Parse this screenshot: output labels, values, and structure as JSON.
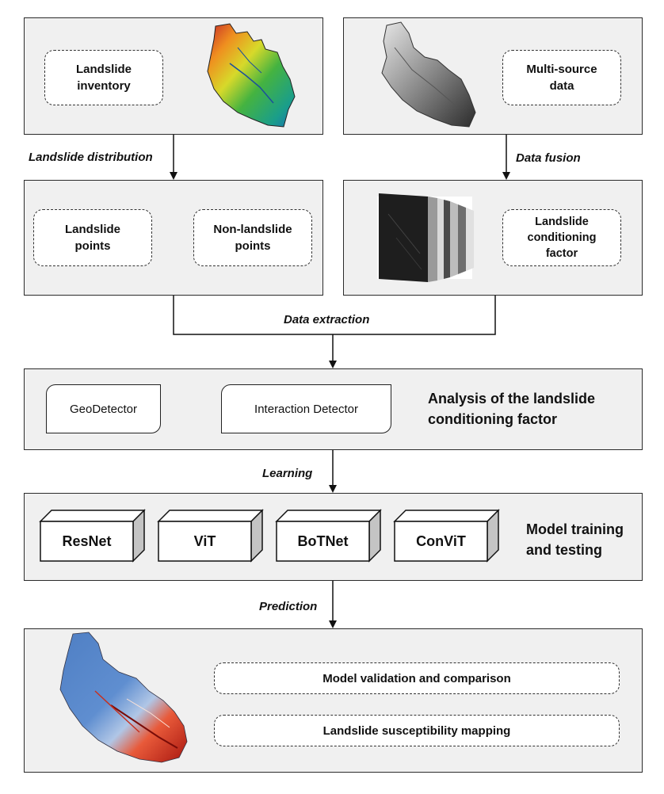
{
  "panel1": {
    "label": "Landslide inventory"
  },
  "panel2": {
    "label": "Multi-source data"
  },
  "panel3": {
    "label_a": "Landslide points",
    "label_b": "Non-landslide points"
  },
  "panel4": {
    "label": "Landslide conditioning factor"
  },
  "arrows": {
    "landslide_distribution": "Landslide distribution",
    "data_fusion": "Data fusion",
    "data_extraction": "Data extraction",
    "learning": "Learning",
    "prediction": "Prediction"
  },
  "analysis": {
    "geodetector": "GeoDetector",
    "interaction_detector": "Interaction Detector",
    "heading": "Analysis of the landslide conditioning factor"
  },
  "training": {
    "models": [
      "ResNet",
      "ViT",
      "BoTNet",
      "ConViT"
    ],
    "heading": "Model training and testing"
  },
  "output": {
    "validation": "Model validation and comparison",
    "mapping": "Landslide susceptibility mapping"
  }
}
